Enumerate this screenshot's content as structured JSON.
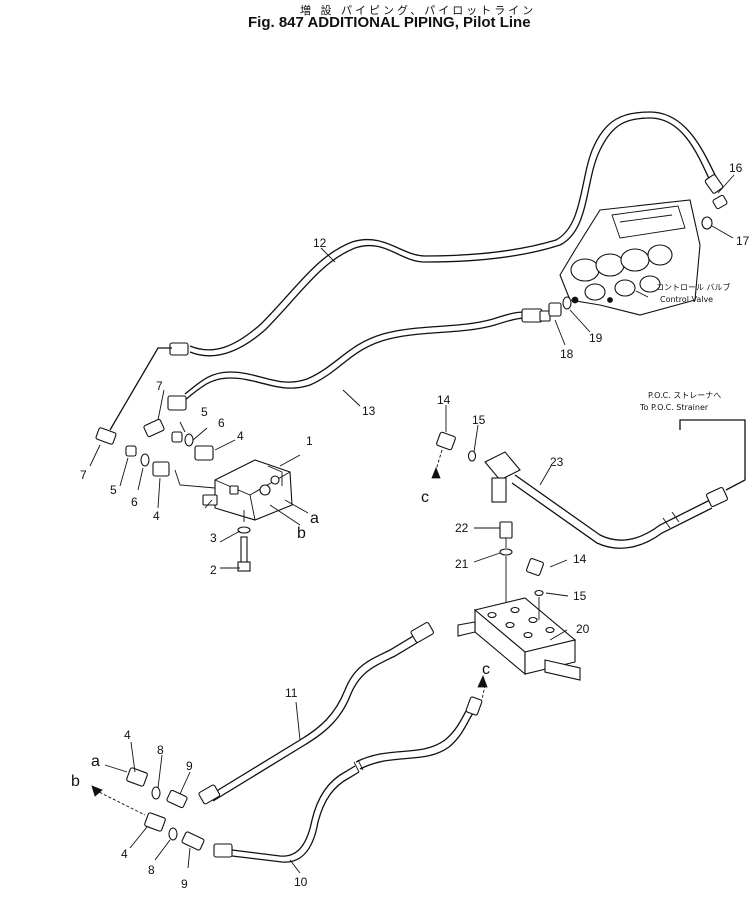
{
  "title": {
    "japanese": "増 設 パイピング、パイロットライン",
    "english": "Fig. 847 ADDITIONAL PIPING, Pilot Line"
  },
  "annotations": {
    "control_valve_jp": "コントロール バルブ",
    "control_valve_en": "Control Valve",
    "poc_jp": "P.O.C. ストレーナへ",
    "poc_en": "To P.O.C. Strainer"
  },
  "part_labels": {
    "p1": "1",
    "p2": "2",
    "p3": "3",
    "p4a": "4",
    "p4b": "4",
    "p4c": "4",
    "p4d": "4",
    "p5a": "5",
    "p5b": "5",
    "p6a": "6",
    "p6b": "6",
    "p7a": "7",
    "p7b": "7",
    "p8a": "8",
    "p8b": "8",
    "p9a": "9",
    "p9b": "9",
    "p10": "10",
    "p11": "11",
    "p12": "12",
    "p13": "13",
    "p14a": "14",
    "p14b": "14",
    "p15a": "15",
    "p15b": "15",
    "p16": "16",
    "p17": "17",
    "p18": "18",
    "p19": "19",
    "p20": "20",
    "p21": "21",
    "p22": "22",
    "p23": "23"
  },
  "connection_labels": {
    "a_valve": "a",
    "b_valve": "b",
    "c_top": "c",
    "a_bottom": "a",
    "b_bottom": "b",
    "c_bottom": "c"
  }
}
